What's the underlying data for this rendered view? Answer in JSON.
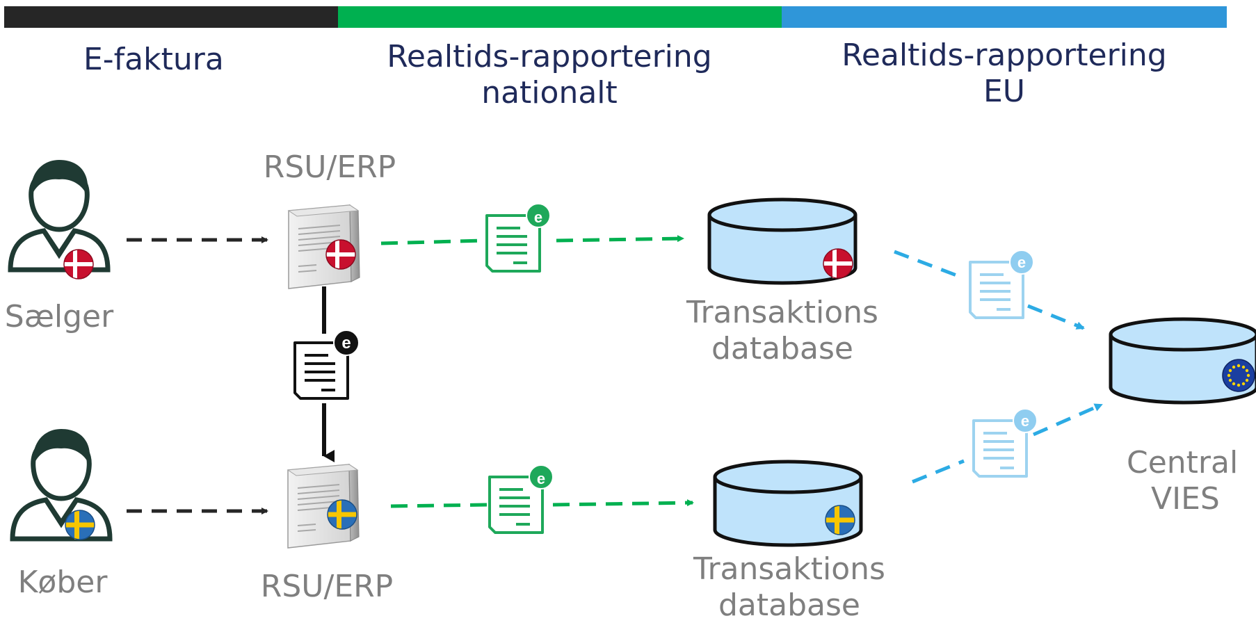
{
  "headers": {
    "e_faktura": "E-faktura",
    "national": {
      "line1": "Realtids-rapportering",
      "line2": "nationalt"
    },
    "eu": {
      "line1": "Realtids-rapportering",
      "line2": "EU"
    }
  },
  "colors": {
    "phase_efaktura": "#262626",
    "phase_national": "#00b050",
    "phase_eu": "#2f96d9",
    "arrow_local": "#262626",
    "arrow_national": "#00b050",
    "arrow_eu": "#2cabe4",
    "database_fill": "#bfe3fb",
    "person": "#1f3a33"
  },
  "nodes": {
    "seller": "Sælger",
    "buyer": "Køber",
    "erp_top": "RSU/ERP",
    "erp_bottom": "RSU/ERP",
    "db_dk": {
      "line1": "Transaktions",
      "line2": "database"
    },
    "db_se": {
      "line1": "Transaktions",
      "line2": "database"
    },
    "central": {
      "line1": "Central",
      "line2": "VIES"
    }
  },
  "badges": {
    "e": "e"
  },
  "icons": {
    "person": "person-icon",
    "server": "server-icon",
    "database": "database-icon",
    "invoice": "e-invoice-icon",
    "flag_dk": "denmark-flag-icon",
    "flag_se": "sweden-flag-icon",
    "flag_eu": "eu-flag-icon"
  }
}
